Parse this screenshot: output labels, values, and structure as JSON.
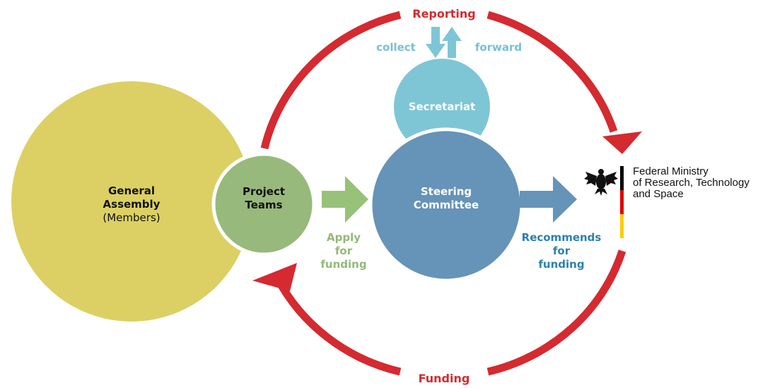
{
  "nodes": {
    "general_assembly": {
      "line1": "General",
      "line2": "Assembly",
      "sub": "(Members)"
    },
    "project_teams": {
      "line1": "Project",
      "line2": "Teams"
    },
    "steering_committee": {
      "line1": "Steering",
      "line2": "Committee"
    },
    "secretariat": {
      "label": "Secretariat"
    }
  },
  "flows": {
    "reporting": "Reporting",
    "funding": "Funding",
    "collect": "collect",
    "forward": "forward",
    "apply": {
      "l1": "Apply",
      "l2": "for",
      "l3": "funding"
    },
    "recommends": {
      "l1": "Recommends",
      "l2": "for",
      "l3": "funding"
    }
  },
  "ministry": {
    "line1": "Federal Ministry",
    "line2": "of Research, Technology",
    "line3": "and Space"
  },
  "colors": {
    "assembly": "#dcd064",
    "project_teams": "#98b97c",
    "steering": "#6693b8",
    "secretariat": "#7ec6d6",
    "cycle": "#d42a30",
    "apply_arrow": "#98c17a",
    "recommend_arrow": "#6693b8",
    "flag_black": "#000000",
    "flag_red": "#dd0000",
    "flag_gold": "#ffcc00"
  }
}
